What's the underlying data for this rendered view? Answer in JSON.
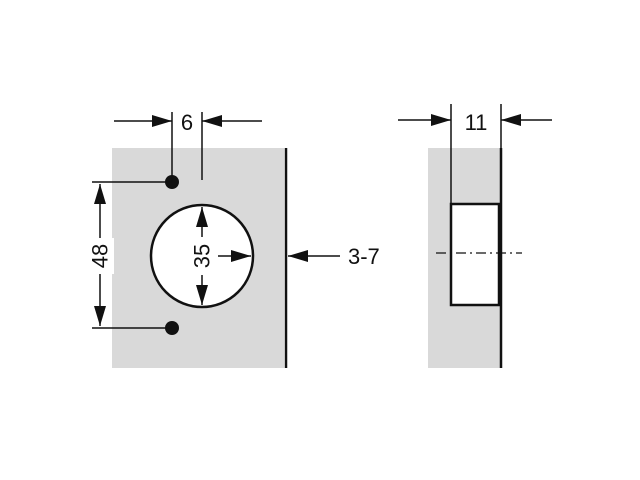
{
  "drawing": {
    "dimensions": {
      "hole_offset": "6",
      "hole_spacing": "48",
      "cup_diameter": "35",
      "door_gap": "3-7",
      "cup_depth": "11"
    },
    "colors": {
      "panel_fill": "#d9d9d9",
      "line": "#111111",
      "background": "#ffffff"
    }
  }
}
